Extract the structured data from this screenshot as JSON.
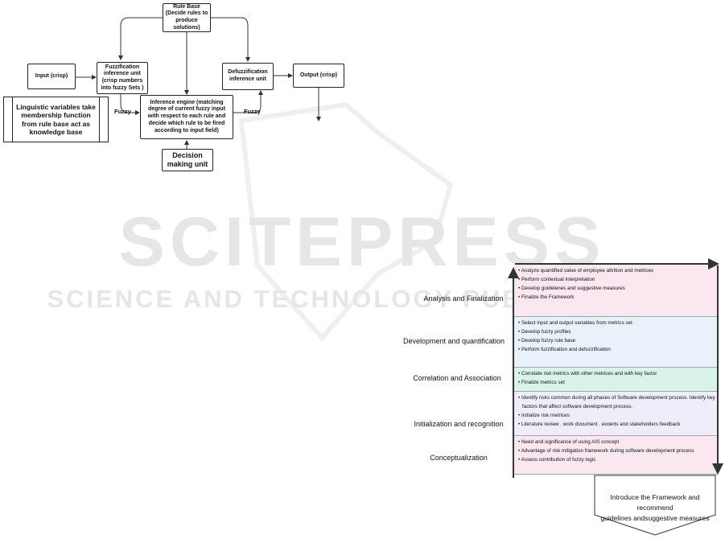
{
  "watermark": {
    "primary": "SCITEPRESS",
    "secondary": "SCIENCE AND TECHNOLOGY PUBLICATIONS"
  },
  "fuzzy_diagram": {
    "rule_base": "Rule Base (Decide rules to produce solutions)",
    "input": "Input (crisp)",
    "fuzzification": "Fuzzification inference unit (crisp numbers into fuzzy Sets )",
    "defuzzification": "Defuzzification inference unit",
    "output": "Output (crisp)",
    "linguistic": "Linguistic variables take membership function from rule base act as knowledge base",
    "inference": "Inference engine (matching degree of current fuzzy input with respect to each rule and decide which rule to be fired according to input field)",
    "decision": "Decision making unit",
    "fuzzy_left": "Fuzzy",
    "fuzzy_right": "Fuzzy"
  },
  "framework": {
    "phases": [
      "Analysis and Finalization",
      "Development and quantification",
      "Correlation and Association",
      "Initialization and recognition",
      "Conceptualization"
    ],
    "panels": [
      {
        "color": "#fbe7f0",
        "items": [
          "Analyze quantified value of employee attrition and metrices",
          "Perform contextual interpretation",
          "Develop guidelenes and suggestive measures",
          "Finalize the Framework"
        ]
      },
      {
        "color": "#e9f1fb",
        "items": [
          "Select input and output  variables from metrics set",
          "Develop fuzzy profiles",
          "Develop fuzzy rule base",
          "Perform fuzzification and defuzzification"
        ]
      },
      {
        "color": "#d9f3ea",
        "items": [
          "Correlate  risk metrics with other metrices and with key factor",
          "Finalize metrics set"
        ]
      },
      {
        "color": "#eeeefb",
        "items": [
          "Identify risks common during all phases of Software development process. Identify key",
          "factors that affect  software development process.",
          "Initialize risk metrices",
          "Literature review , work document , experts and stakeholders feedback"
        ]
      },
      {
        "color": "#fbe7f0",
        "items": [
          "Need and significance of using AIS concept",
          "Advantage of risk mitigation framework during software development process",
          "Assess contribution of fuzzy logic"
        ]
      }
    ],
    "conclusion": [
      "Introduce the Framework and recommend",
      "guidelines andsuggestive  measures"
    ]
  }
}
